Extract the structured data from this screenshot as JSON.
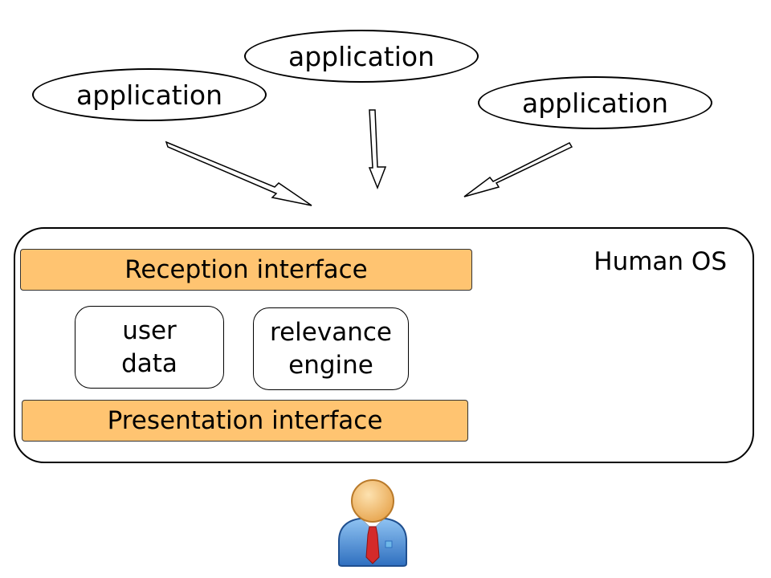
{
  "applications": [
    {
      "label": "application"
    },
    {
      "label": "application"
    },
    {
      "label": "application"
    }
  ],
  "human_os": {
    "title": "Human OS",
    "reception_interface": "Reception interface",
    "presentation_interface": "Presentation interface",
    "user_data": [
      "user",
      "data"
    ],
    "relevance_engine": [
      "relevance",
      "engine"
    ]
  },
  "colors": {
    "interface_bar": "#ffc471",
    "avatar_head": "#f6c27a",
    "avatar_body": "#4a8fd6",
    "tie": "#d42a2a"
  },
  "icons": {
    "user": "user-avatar-icon"
  }
}
